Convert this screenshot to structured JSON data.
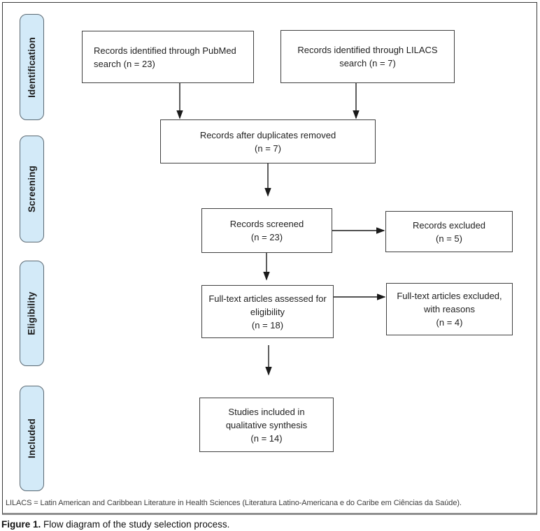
{
  "stages": [
    {
      "label": "Identification"
    },
    {
      "label": "Screening"
    },
    {
      "label": "Eligibility"
    },
    {
      "label": "Included"
    }
  ],
  "boxes": {
    "pubmed": {
      "lines": [
        "Records identified through PubMed",
        "search (n = 23)"
      ]
    },
    "lilacs": {
      "lines": [
        "Records identified through LILACS",
        "search (n = 7)"
      ]
    },
    "duplicates": {
      "lines": [
        "Records after duplicates removed",
        "(n = 7)"
      ]
    },
    "screened": {
      "lines": [
        "Records screened",
        "(n = 23)"
      ]
    },
    "excluded": {
      "lines": [
        "Records excluded",
        "(n = 5)"
      ]
    },
    "fulltext": {
      "lines": [
        "Full-text articles assessed for",
        "eligibility",
        "(n = 18)"
      ]
    },
    "fulltext_excluded": {
      "lines": [
        "Full-text articles excluded,",
        "with reasons",
        "(n = 4)"
      ]
    },
    "qual_synthesis": {
      "lines": [
        "Studies included in",
        "qualitative synthesis",
        "(n = 14)"
      ]
    }
  },
  "footnote": "LILACS = Latin American and Caribbean Literature in Health Sciences (Literatura Latino-Americana e do Caribe em Ciências da Saúde).",
  "caption": {
    "label": "Figure 1.",
    "text": " Flow diagram of the study selection process."
  },
  "colors": {
    "stage_fill": "#d3eaf8",
    "stage_border": "#5a6872",
    "box_border": "#404040",
    "arrow": "#1a1a1a"
  }
}
